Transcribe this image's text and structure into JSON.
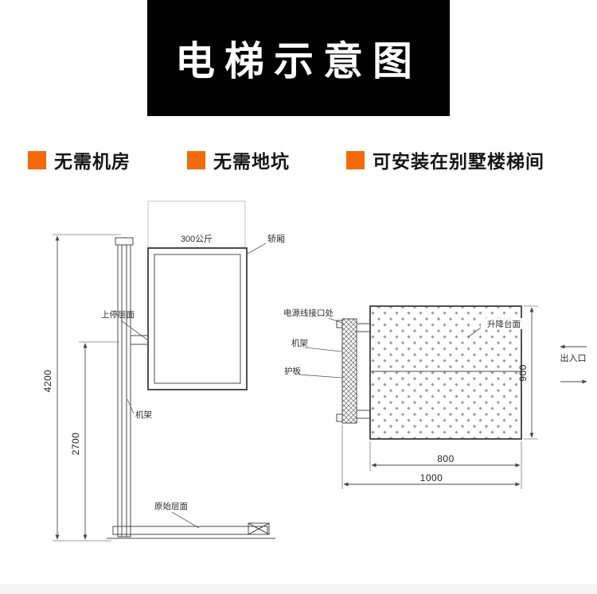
{
  "banner": {
    "title": "电梯示意图"
  },
  "features": [
    {
      "label": "无需机房"
    },
    {
      "label": "无需地坑"
    },
    {
      "label": "可安装在别墅楼梯间"
    }
  ],
  "colors": {
    "accent_orange": "#f56a07",
    "banner_bg": "#000000",
    "line": "#4a4a4a"
  },
  "diagram": {
    "side_view": {
      "load": "300公斤",
      "cab": "轿厢",
      "upper_stop": "上停层面",
      "frame": "机架",
      "base_level": "原始层面",
      "dim_height": "4200",
      "dim_travel": "2700"
    },
    "top_view": {
      "power": "电源线接口处",
      "frame": "机架",
      "guard": "护板",
      "platform": "升降台面",
      "entrance": "出入口",
      "dim_depth": "900",
      "dim_inner": "800",
      "dim_outer": "1000"
    }
  }
}
